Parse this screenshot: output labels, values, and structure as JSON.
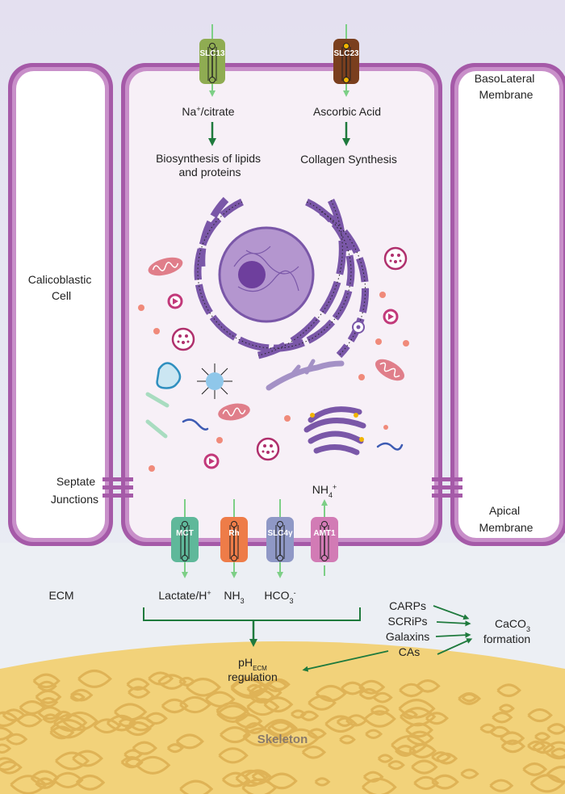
{
  "cells": {
    "left_label": [
      "Calicoblastic",
      "Cell"
    ],
    "right_top_label": [
      "BasoLateral",
      "Membrane"
    ],
    "right_bottom_label": [
      "Apical",
      "Membrane"
    ],
    "septate_label": [
      "Septate",
      "Junctions"
    ]
  },
  "top_transporters": [
    {
      "name": "SLC13",
      "color": "#8fac52",
      "substrate_html": "Na<tspan baseline-shift='super' font-size='9'>+</tspan>/citrate",
      "substrate_text": "Na+/citrate",
      "product_lines": [
        "Biosynthesis of lipids",
        "and proteins"
      ]
    },
    {
      "name": "SLC23",
      "color": "#7a3f1e",
      "substrate_html": "Ascorbic Acid",
      "substrate_text": "Ascorbic Acid",
      "product_lines": [
        "Collagen Synthesis"
      ]
    }
  ],
  "bottom_transporters": [
    {
      "name": "MCT",
      "color": "#5fb89a",
      "direction": "out",
      "product_text": "Lactate/H+"
    },
    {
      "name": "Rh",
      "color": "#ee7c48",
      "direction": "out",
      "product_text": "NH3"
    },
    {
      "name": "SLC4γ",
      "color": "#8f98c6",
      "direction": "out",
      "product_text": "HCO3-"
    },
    {
      "name": "AMT1",
      "color": "#d27bb5",
      "direction": "in",
      "product_text": "NH4+"
    }
  ],
  "ecm_label": "ECM",
  "ph_label": {
    "main": "pH",
    "sub": "ECM",
    "line2": "regulation"
  },
  "proteins": [
    "CARPs",
    "SCRiPs",
    "Galaxins",
    "CAs"
  ],
  "caco3_label": {
    "line1_main": "CaCO",
    "line1_sub": "3",
    "line2": "formation"
  },
  "skeleton_label": "Skeleton",
  "colors": {
    "membrane": "#a55aa8",
    "membrane_light": "#c88fc9",
    "cell_fill": "#f7f0f7",
    "bg_top": "#e6e3f1",
    "bg_mid": "#e9edf4",
    "ecm_bg": "#eceff4",
    "skeleton": "#f2d27a",
    "green_dark": "#1f7a3d",
    "green_light": "#7dcf86",
    "nucleus": "#7a57a8",
    "organelle_pink": "#e07e8a",
    "organelle_magenta": "#c2397a"
  }
}
